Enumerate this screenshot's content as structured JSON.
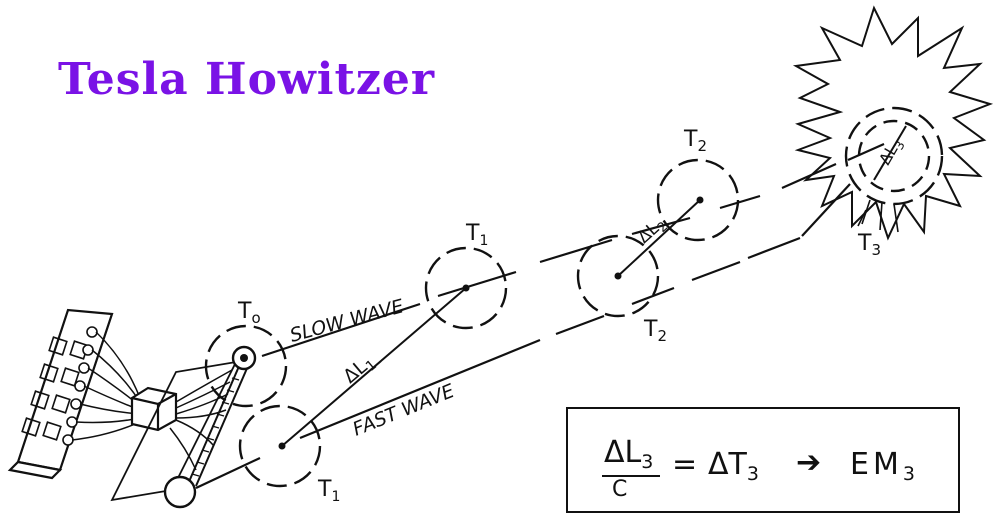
{
  "title": "Tesla Howitzer",
  "labels": {
    "t0": "T",
    "t0_sub": "o",
    "t1_top": "T",
    "t1_top_sub": "1",
    "t1_bottom": "T",
    "t1_bottom_sub": "1",
    "t2_top": "T",
    "t2_top_sub": "2",
    "t2_bottom": "T",
    "t2_bottom_sub": "2",
    "t3": "T",
    "t3_sub": "3",
    "slow_wave": "SLOW WAVE",
    "fast_wave": "FAST WAVE",
    "dl1": "ΔL",
    "dl1_sub": "1",
    "dl2": "ΔL",
    "dl2_sub": "2",
    "dl3": "ΔL",
    "dl3_sub": "3"
  },
  "equation": {
    "numerator": "ΔL",
    "numerator_sub": "3",
    "denominator": "C",
    "equals": "=",
    "delta_t": "ΔT",
    "delta_t_sub": "3",
    "arrow": "➔",
    "result": "EM",
    "result_sub": "3"
  },
  "colors": {
    "title": "#7a12e6",
    "ink": "#111111",
    "background": "#ffffff"
  }
}
